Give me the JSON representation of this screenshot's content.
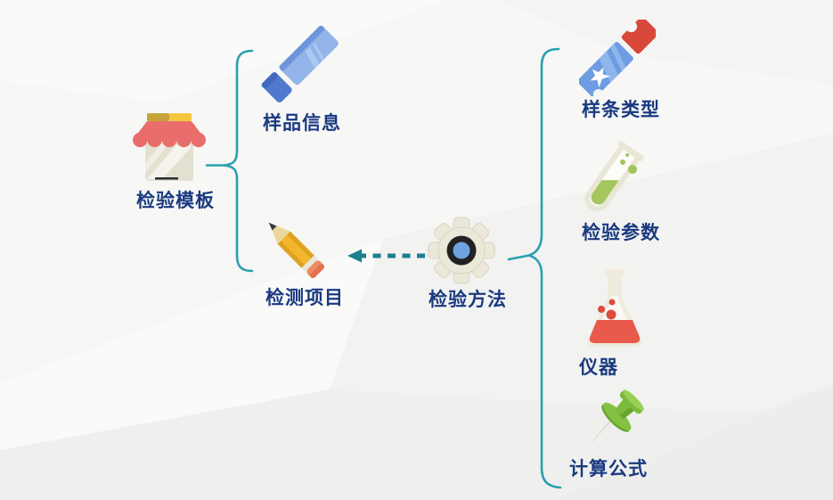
{
  "diagram": {
    "colors": {
      "label_text": "#1a3a80",
      "brace": "#2aa0b0",
      "dashed_arrow": "#1b7f8e",
      "background": "#f3f3f2"
    },
    "root": {
      "label": "检验模板",
      "icon": "storefront-icon"
    },
    "left_branch": {
      "items": [
        {
          "label": "样品信息",
          "icon": "eraser-icon"
        },
        {
          "label": "检测项目",
          "icon": "pencil-icon"
        }
      ]
    },
    "method": {
      "label": "检验方法",
      "icon": "gear-icon"
    },
    "right_branch": {
      "items": [
        {
          "label": "样条类型",
          "icon": "ticket-icon"
        },
        {
          "label": "检验参数",
          "icon": "test-tube-icon"
        },
        {
          "label": "仪器",
          "icon": "flask-icon"
        },
        {
          "label": "计算公式",
          "icon": "pushpin-icon"
        }
      ]
    }
  }
}
